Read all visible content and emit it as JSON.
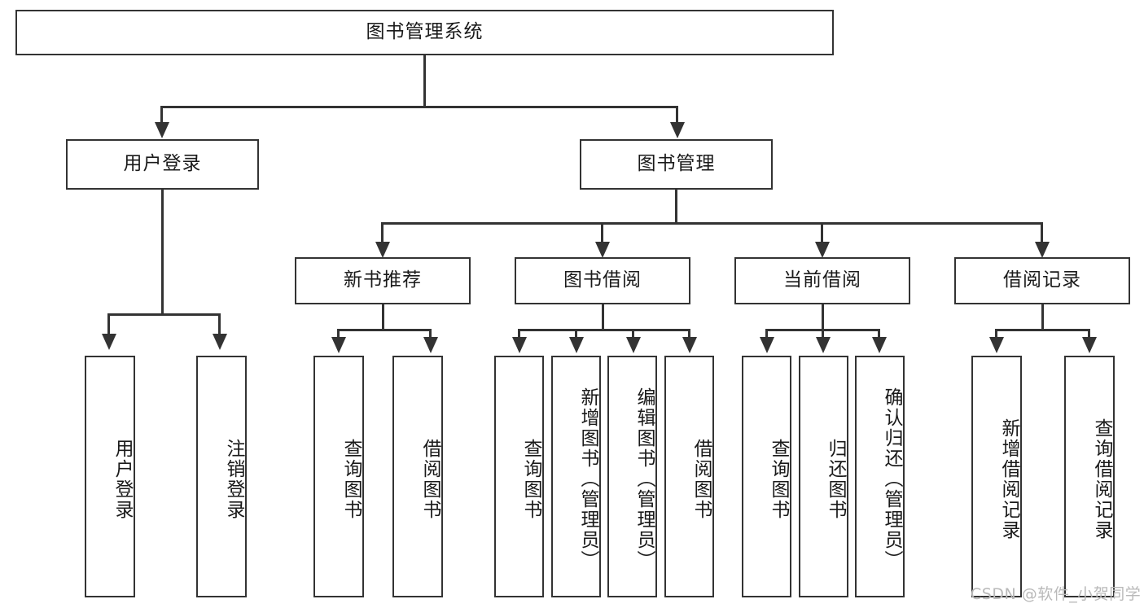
{
  "diagram": {
    "title": "图书管理系统",
    "type": "tree-hierarchy-diagram",
    "root": {
      "id": "root",
      "label": "图书管理系统"
    },
    "level2": [
      {
        "id": "user-login",
        "label": "用户登录"
      },
      {
        "id": "book-management",
        "label": "图书管理"
      }
    ],
    "level3": [
      {
        "id": "new-book-recommend",
        "label": "新书推荐"
      },
      {
        "id": "book-borrow",
        "label": "图书借阅"
      },
      {
        "id": "current-borrow",
        "label": "当前借阅"
      },
      {
        "id": "borrow-record",
        "label": "借阅记录"
      }
    ],
    "leaves": {
      "user_login": [
        {
          "id": "leaf-user-login",
          "label": "用户登录"
        },
        {
          "id": "leaf-logout-login",
          "label": "注销登录"
        }
      ],
      "new_book_recommend": [
        {
          "id": "leaf-query-book-1",
          "label": "查询图书"
        },
        {
          "id": "leaf-borrow-book-1",
          "label": "借阅图书"
        }
      ],
      "book_borrow": [
        {
          "id": "leaf-query-book-2",
          "label": "查询图书"
        },
        {
          "id": "leaf-add-book",
          "label": "新增图书（管理员）"
        },
        {
          "id": "leaf-edit-book",
          "label": "编辑图书（管理员）"
        },
        {
          "id": "leaf-borrow-book-2",
          "label": "借阅图书"
        }
      ],
      "current_borrow": [
        {
          "id": "leaf-query-book-3",
          "label": "查询图书"
        },
        {
          "id": "leaf-return-book",
          "label": "归还图书"
        },
        {
          "id": "leaf-confirm-return",
          "label": "确认归还（管理员）"
        }
      ],
      "borrow_record": [
        {
          "id": "leaf-add-record",
          "label": "新增借阅记录"
        },
        {
          "id": "leaf-query-record",
          "label": "查询借阅记录"
        }
      ]
    }
  },
  "watermark": {
    "text": "CSDN @软件_小贺同学"
  },
  "colors": {
    "stroke": "#333333",
    "fill": "#ffffff",
    "text": "#1a1a1a",
    "watermark": "#b9b9b9"
  }
}
